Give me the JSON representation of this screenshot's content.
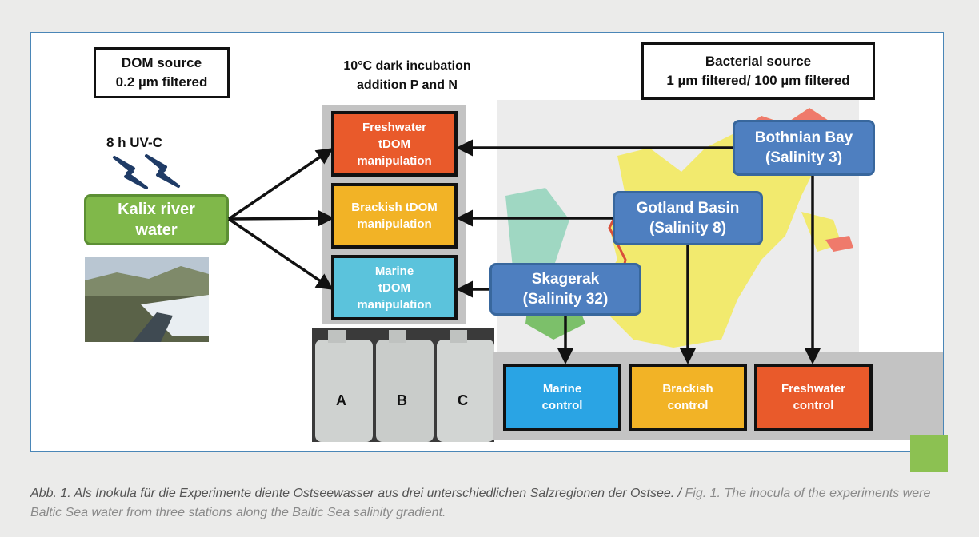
{
  "diagram": {
    "dom_source": {
      "line1": "DOM source",
      "line2": "0.2 µm filtered"
    },
    "incubation": {
      "line1": "10°C dark incubation",
      "line2": "addition P and N"
    },
    "bacterial_source": {
      "line1": "Bacterial source",
      "line2": "1 µm filtered/ 100 µm filtered"
    },
    "uv_label": "8 h UV-C",
    "kalix": {
      "line1": "Kalix river",
      "line2": "water"
    },
    "treatments": [
      {
        "lines": [
          "Freshwater",
          "tDOM",
          "manipulation"
        ],
        "color": "#e95a2b"
      },
      {
        "lines": [
          "Brackish tDOM",
          "manipulation"
        ],
        "color": "#f2b326"
      },
      {
        "lines": [
          "Marine",
          "tDOM",
          "manipulation"
        ],
        "color": "#5bc3dc"
      }
    ],
    "stations": [
      {
        "line1": "Bothnian Bay",
        "line2": "(Salinity 3)"
      },
      {
        "line1": "Gotland Basin",
        "line2": "(Salinity 8)"
      },
      {
        "line1": "Skagerak",
        "line2": "(Salinity 32)"
      }
    ],
    "controls": [
      {
        "line1": "Marine",
        "line2": "control",
        "color": "#2aa4e4"
      },
      {
        "line1": "Brackish",
        "line2": "control",
        "color": "#f2b326"
      },
      {
        "line1": "Freshwater",
        "line2": "control",
        "color": "#e95a2b"
      }
    ],
    "canisters": [
      "A",
      "B",
      "C"
    ],
    "colors": {
      "frame_border": "#4a86b7",
      "station_fill": "#4e7fc0",
      "kalix_fill": "#80b84a",
      "accent": "#8cc152"
    }
  },
  "caption": {
    "de": "Abb. 1. Als Inokula für die Experimente diente Ostseewasser aus drei unterschiedlichen Salzregionen der Ostsee.",
    "separator": " / ",
    "en": "Fig. 1. The inocula of the experiments were Baltic Sea water from three stations along the Baltic Sea salinity gradient."
  }
}
